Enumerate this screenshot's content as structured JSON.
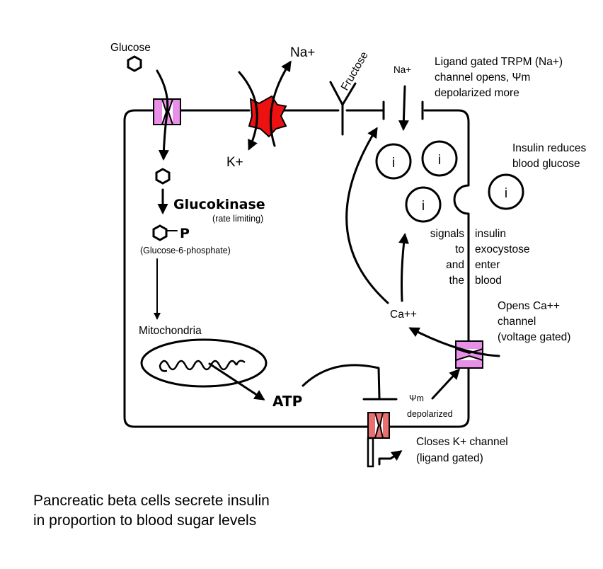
{
  "labels": {
    "glucose": "Glucose",
    "na_top": "Na+",
    "k": "K+",
    "fructose": "Fructose",
    "na_trpm": "Na+",
    "trpm_line1": "Ligand gated TRPM (Na+)",
    "trpm_line2": "channel opens, Ψm",
    "trpm_line3": "depolarized more",
    "insulin_reduces_1": "Insulin reduces",
    "insulin_reduces_2": "blood glucose",
    "glucokinase": "Glucokinase",
    "rate_limiting": "(rate limiting)",
    "p": "P",
    "g6p": "(Glucose-6-phosphate)",
    "mitochondria": "Mitochondria",
    "atp": "ATP",
    "signals_left": [
      "signals",
      "to",
      "and",
      "the"
    ],
    "signals_right": [
      "insulin",
      "exocystose",
      "enter",
      "blood"
    ],
    "ca": "Ca++",
    "ca_channel_1": "Opens Ca++",
    "ca_channel_2": "channel",
    "ca_channel_3": "(voltage gated)",
    "psi_m": "Ψm",
    "depolarized": "depolarized",
    "k_channel_1": "Closes K+ channel",
    "k_channel_2": "(ligand gated)",
    "insulin_granule": "i"
  },
  "caption": {
    "line1": "Pancreatic beta cells secrete insulin",
    "line2": "in proportion to blood sugar levels"
  },
  "colors": {
    "glut_channel": "#e88fe8",
    "na_k_pump": "#ee1111",
    "k_channel": "#e87070",
    "ca_channel": "#e88fe8"
  }
}
